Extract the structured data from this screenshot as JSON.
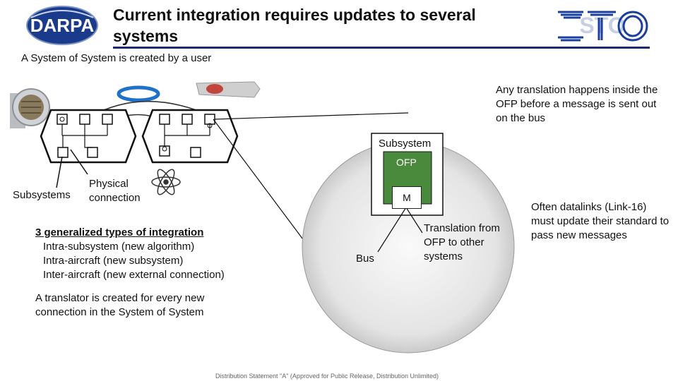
{
  "header": {
    "logo_left_text": "DARPA",
    "title": "Current integration requires updates to several systems",
    "logo_right_text": "STO"
  },
  "subtitle": "A System of System is created by a user",
  "callouts": {
    "translation_inside": "Any translation happens inside the OFP before a message is sent out on the bus",
    "datalinks": "Often datalinks (Link-16) must update their standard to pass new messages",
    "translation_from_ofp": "Translation from OFP to other systems",
    "bus": "Bus"
  },
  "diagram": {
    "subsystem_label": "Subsystem",
    "ofp_label": "OFP",
    "m_label": "M",
    "subsystems_label": "Subsystems",
    "physical_connection_label": "Physical connection"
  },
  "integration_types": {
    "heading": "3 generalized types of integration",
    "items": [
      "Intra-subsystem (new algorithm)",
      "Intra-aircraft (new subsystem)",
      "Inter-aircraft (new external connection)"
    ]
  },
  "translator_note": "A translator is created for every new connection in the System of System",
  "footer": "Distribution Statement \"A\" (Approved for Public Release, Distribution Unlimited)",
  "colors": {
    "rule": "#1c2b6e",
    "ofp_fill": "#4a8a3c",
    "darpa_blue": "#1a3a8c",
    "sto_blue": "#1b3f9c"
  }
}
